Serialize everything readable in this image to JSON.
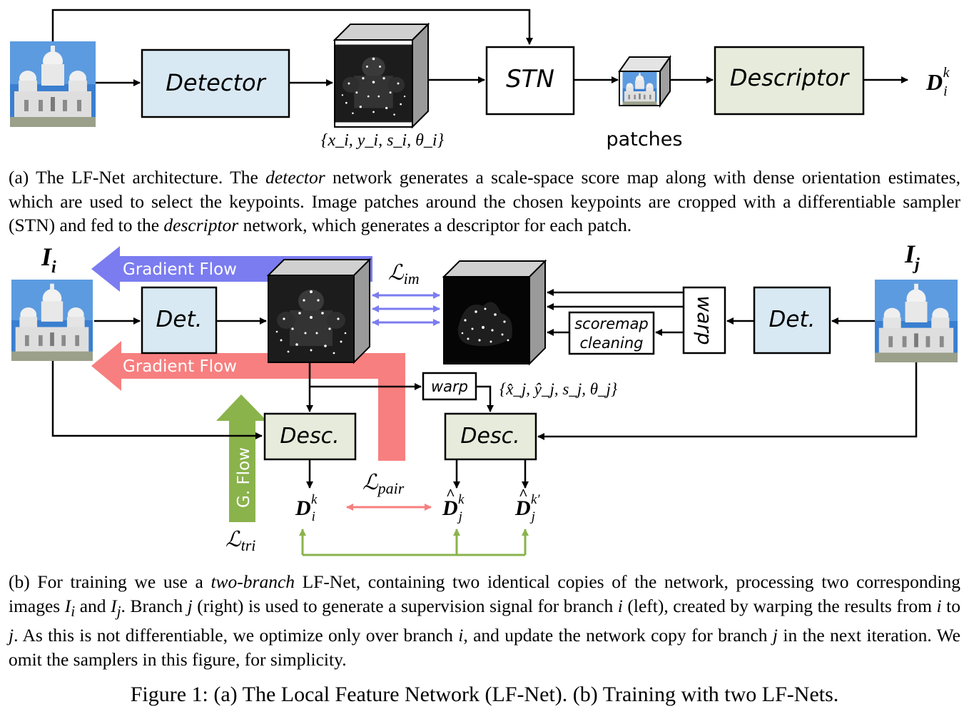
{
  "part_a": {
    "detector_label": "Detector",
    "stn_label": "STN",
    "descriptor_label": "Descriptor",
    "keypoints_label": "{x_i, y_i, s_i, θ_i}",
    "patches_label": "patches",
    "output_label": "D_i^k"
  },
  "caption_a": {
    "prefix": "(a) The LF-Net architecture. The ",
    "em1": "detector",
    "mid": " network generates a scale-space score map along with dense orientation estimates, which are used to select the keypoints. Image patches around the chosen keypoints are cropped with a differentiable sampler (STN) and fed to the ",
    "em2": "descriptor",
    "suffix": " network, which generates a descriptor for each patch."
  },
  "part_b": {
    "image_i_label": "I_i",
    "image_j_label": "I_j",
    "gradient_flow_top": "Gradient Flow",
    "gradient_flow_bottom": "Gradient Flow",
    "g_flow": "G. Flow",
    "det_left": "Det.",
    "det_right": "Det.",
    "warp_vertical": "warp",
    "warp_small": "warp",
    "scoremap_line1": "scoremap",
    "scoremap_line2": "cleaning",
    "desc_left": "Desc.",
    "desc_right": "Desc.",
    "loss_im": "L_im",
    "loss_pair": "L_pair",
    "loss_tri": "L_tri",
    "keypoints_j": "{x̂_j, ŷ_j, s_j, θ_j}",
    "d_i": "D_i^k",
    "d_j": "D̂_j^k",
    "d_j_prime": "D̂_j^k′"
  },
  "caption_b": {
    "p1": "(b) For training we use a ",
    "em1": "two-branch",
    "p2": " LF-Net, containing two identical copies of the network, processing two corresponding images ",
    "ii": "I",
    "ii_sub": "i",
    "p3": " and ",
    "ij": "I",
    "ij_sub": "j",
    "p4": ". Branch ",
    "bj": "j",
    "p5": " (right) is used to generate a supervision signal for branch ",
    "bi": "i",
    "p6": " (left), created by warping the results from ",
    "wi": "i",
    "p7": " to ",
    "wj": "j",
    "p8": ". As this is not differentiable, we optimize only over branch ",
    "oi": "i",
    "p9": ", and update the network copy for branch ",
    "uj": "j",
    "p10": " in the next iteration. We omit the samplers in this figure, for simplicity."
  },
  "figure_caption": "Figure 1: (a) The Local Feature Network (LF-Net). (b) Training with two LF-Nets.",
  "colors": {
    "detector_fill": "#d9e9f3",
    "descriptor_fill": "#e6ebdb",
    "gradient_blue": "#7b7cf0",
    "gradient_red": "#f77f7f",
    "gradient_green": "#8ab34c",
    "sky_blue": "#3a7fd0"
  }
}
